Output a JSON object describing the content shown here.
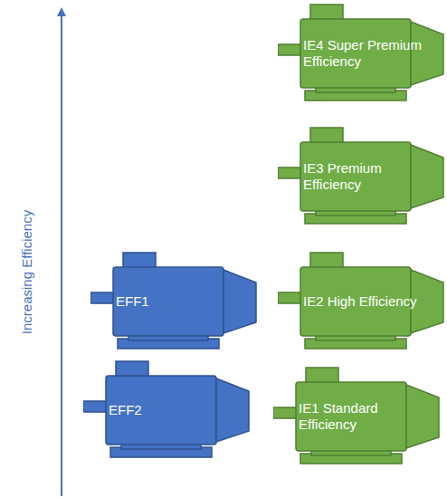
{
  "diagram": {
    "nodes": [
      {
        "text": [
          "IE4 Super Premium Efficiency"
        ]
      },
      {
        "text": [
          "IE3 Premium Efficiency"
        ]
      },
      {
        "text": [
          "EFF1"
        ]
      },
      {
        "text": [
          "IE2 High Efficiency"
        ]
      },
      {
        "text": [
          "EFF2"
        ]
      },
      {
        "text": [
          "IE1 Standard Efficiency"
        ]
      }
    ],
    "labels": [
      "Increasing Efficiency"
    ]
  }
}
